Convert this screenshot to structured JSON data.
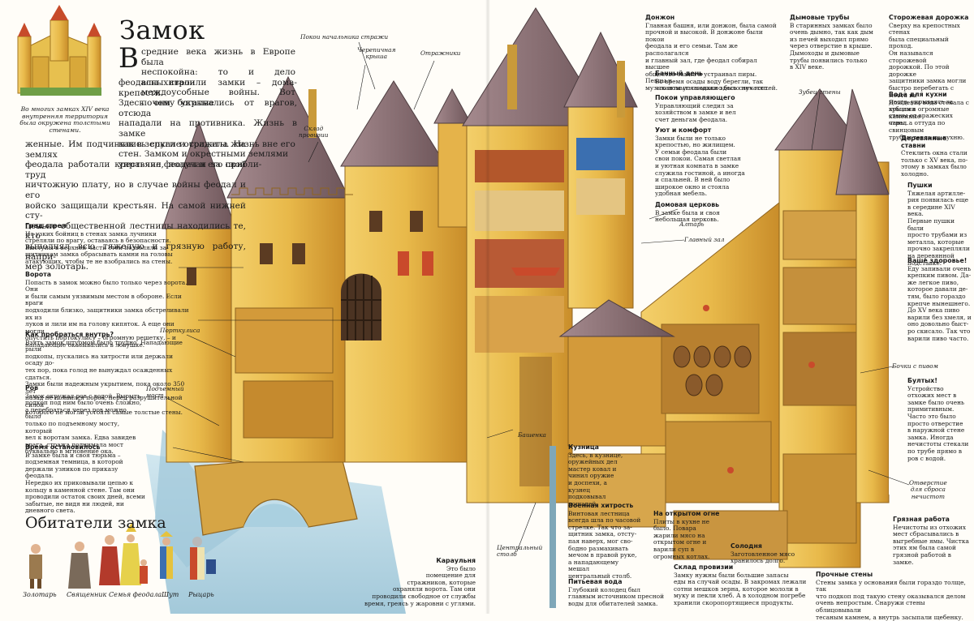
{
  "title": "Замок",
  "thumb_caption": "Во многих замках XIV века внутренняя территория была окружена толстыми стенами.",
  "intro": {
    "dropcap": "В",
    "lines_short": [
      "средние века жизнь в Европе была",
      "неспокойна: то и дело вспыхивали",
      "междоусобные войны. Вот почему богатые"
    ],
    "lines_mid": [
      "феодалы строили замки – дома-крепости.",
      "Здесь они укрывались от врагов, отсюда",
      "нападали на противника. Жизнь в замке",
      "как в зеркале отражала жизнь вне его",
      "стен. Замком и окрестными землями",
      "управлял феодал и его прибли-"
    ],
    "lines_long": [
      "женные. Им подчинялись слуги и солдаты. На землях",
      "феодала работали крестьяне, получая за свой труд",
      "ничтожную плату, но в случае войны феодал и его",
      "войско защищали крестьян. На самой нижней сту-",
      "пеньке общественной лестницы находились те, кто",
      "выполнял всю тяжелую и грязную работу, напри-",
      "мер золотарь."
    ]
  },
  "labels": {
    "pokoi_strazhi": "Покои начальника стражи",
    "cherepichnaya_1": "Черепичная",
    "cherepichnaya_2": "крыша",
    "otrazhniki": "Отражники",
    "sklad_1": "Склад",
    "sklad_2": "провизии",
    "portkulisa": "Порткулиса",
    "podyemny_1": "Подъемный",
    "podyemny_2": "мост",
    "bashenka": "Башенка",
    "tsentralny_1": "Центральный",
    "tsentralny_2": "столб",
    "altar": "Алтарь",
    "glavny_zal": "Главный зал",
    "zubets": "Зубец стены",
    "bochki": "Бочки с пивом",
    "otverstie_1": "Отверстие",
    "otverstie_2": "для сброса",
    "otverstie_3": "нечистот"
  },
  "captions_left": {
    "grad": {
      "title": "Град стрел",
      "lines": [
        "Из узких бойниц в стенах замка лучники",
        "стреляли по врагу, оставаясь в безопасности.",
        "Выступы в верхней части стен позволяли за-",
        "щитникам замка обрасывать камни на головы",
        "атакующих, чтобы те не взобрались на стены."
      ]
    },
    "vorota": {
      "title": "Ворота",
      "lines": [
        "Попасть в замок можно было только через ворота. Они",
        "и были самым уязвимым местом в обороне. Если враги",
        "подходили близко, защитники замка обстреливали их из",
        "луков и лили им на голову кипяток. А еще они могли",
        "опустить портокулису – огромную решетку, – и",
        "нападающие оказывались в ловушке."
      ]
    },
    "kak": {
      "title": "Как пробраться внутрь?",
      "lines": [
        "Взять замок штурмом было трудно. Нападающие рыли",
        "подкопы, пускались на хитрости или держали осаду до-",
        "тех пор, пока голод не вынуждал осажденных сдаться.",
        "Замки были надежным укрытием, пока около 350 лет",
        "назад не появился порох, перед разрушительной силой",
        "которого не могли устоять самые толстые стены."
      ]
    },
    "rov": {
      "title": "Ров",
      "lines": [
        "Замок окружал ров с водой. Вырыть",
        "подкоп под ним было очень сложно,",
        "а перебраться через ров можно было",
        "только по подъемному мосту, который",
        "вел к воротам замка. Едва завидев",
        "врага, стража поднимала мост",
        "буквально в мгновение ока."
      ]
    },
    "vremya": {
      "title": "Время остановилось",
      "lines": [
        "В замке была и своя тюрьма –",
        "подземная темница, в которой",
        "держали узников по приказу феодала.",
        "Нередко их приковывали цепью к",
        "кольцу в каменной стене. Там они",
        "проводили остаток своих дней, всеми",
        "забытые, не видя ни людей, ни",
        "дневного света."
      ]
    }
  },
  "captions_bottom": {
    "karaulnya": {
      "title": "Караульня",
      "lines": [
        "Это было",
        "помещение для",
        "стражников, которые",
        "охраняли ворота. Там они",
        "проводили свободное от службы",
        "время, греясь у жаровни с углями."
      ]
    },
    "kuznitsa": {
      "title": "Кузница",
      "lines": [
        "Здесь, в кузнице,",
        "оружейных дел",
        "мастер ковал и",
        "чинил оружие",
        "и доспехи, а кузнец",
        "подковывал",
        "лошадей."
      ]
    },
    "voennaya": {
      "title": "Военная хитрость",
      "lines": [
        "Винтовая лестница",
        "всегда шла по часовой",
        "стрелке. Так что за-",
        "щитник замка, отсту-",
        "пая наверх, мог сво-",
        "бодно размахивать",
        "мечом в правой руке,",
        "а нападающему мешал",
        "центральный столб."
      ]
    },
    "pitevaya": {
      "title": "Питьевая вода",
      "lines": [
        "Глубокий колодец был",
        "главным источником пресной",
        "воды для обитателей замка."
      ]
    },
    "ogon": {
      "title": "На открытом огне",
      "lines": [
        "Плиты в кухне не",
        "было. Повара",
        "жарили мясо на",
        "открытом огне и",
        "варили суп в",
        "огромных котлах."
      ]
    },
    "solodnya": {
      "title": "Солодня",
      "lines": [
        "Заготовленное мясо",
        "хранилось долго."
      ]
    },
    "provizii": {
      "title": "Склад провизии",
      "lines": [
        "Замку нужны были большие запасы",
        "еды на случай осады. В закромах лежали",
        "сотни мешков зерна, которое мололи в",
        "муку и пекли хлеб. А в холодном погребе",
        "хранили скоропортящиеся продукты."
      ]
    },
    "prochnye": {
      "title": "Прочные стены",
      "lines": [
        "Стены замка у основания были гораздо толще, так",
        "что подкоп под такую стену оказывался делом",
        "очень непростым. Снаружи стены облицовывали",
        "тесаным камнем, а внутрь засыпали щебенку."
      ]
    },
    "gryaznaya": {
      "title": "Грязная работа",
      "lines": [
        "Нечистоты из отхожих",
        "мест сбрасывались в",
        "выгребные ямы. Чистка",
        "этих ям была самой",
        "грязной работой в замке."
      ]
    }
  },
  "captions_right": {
    "donzhon": {
      "title": "Донжон",
      "lines": [
        "Главная башня, или донжон, была самой",
        "прочной и высокой. В донжоне были покои",
        "феодала и его семьи. Там же располагался",
        "и главный зал, где феодал собирал высшее",
        "общество замка и устраивал пиры. Певцы и",
        "музыканты услаждали здесь слух гостей."
      ]
    },
    "banny": {
      "title": "Банный день",
      "lines": [
        "Во время осады воду берегли, так",
        "что помыться можно было нечасто."
      ]
    },
    "pokoi": {
      "title": "Покои управляющего",
      "lines": [
        "Управляющий следил за",
        "хозяйством в замке и вел",
        "счет деньгам феодала."
      ]
    },
    "uyut": {
      "title": "Уют и комфорт",
      "lines": [
        "Замки были не только",
        "крепостью, но жилищем.",
        "У семьи феодала были",
        "свои покои. Самая светлая",
        "и уютная комната в замке",
        "служила гостиной, а иногда",
        "и спальней. В ней было",
        "широкое окно и стояла",
        "удобная мебель."
      ]
    },
    "tserkov": {
      "title": "Домовая церковь",
      "lines": [
        "В замке была и своя",
        "небольшая церковь."
      ]
    },
    "dymovye": {
      "title": "Дымовые трубы",
      "lines": [
        "В старинных замках было",
        "очень дымно, так как дым",
        "из печей выходил прямо",
        "через отверстие в крыше.",
        "Дымоходы и дымовые",
        "трубы появились только",
        "в XIV веке."
      ]
    },
    "storozhevaya": {
      "title": "Сторожевая дорожка",
      "lines": [
        "Сверху на крепостных стенах",
        "была специальный проход.",
        "Он назывался сторожевой",
        "дорожкой. По этой дорожке",
        "защитники замка могли",
        "быстро перебегать с места на",
        "место, укрываясь за зубцами",
        "стены от вражеских стрел."
      ]
    },
    "voda": {
      "title": "Вода для кухни",
      "lines": [
        "Дождевая вода стекала с",
        "крыши в огромные каменные",
        "чаны, а оттуда по свинцовым",
        "трубам текла на кухню."
      ]
    },
    "derevyannye": {
      "title": "Деревянные ставни",
      "lines": [
        "Стеклить окна стали",
        "только с XV века, по-",
        "этому в замках было",
        "холодно."
      ]
    },
    "pushki": {
      "title": "Пушки",
      "lines": [
        "Тяжелая артилле-",
        "рия появилась еще",
        "в середине XIV века.",
        "Первые пушки были",
        "просто трубами из",
        "металла, которые",
        "прочно закрепляли",
        "на деревянной",
        "подставке."
      ]
    },
    "zdorovye": {
      "title": "Ваше здоровье!",
      "lines": [
        "Еду запивали очень",
        "крепким пивом. Да-",
        "же легкое пиво,",
        "которое давали де-",
        "тям, было гораздо",
        "крепче нынешнего.",
        "До XV века пиво",
        "варили без хмеля, и",
        "оно довольно быст-",
        "ро скисало. Так что",
        "варили пиво часто."
      ]
    },
    "bulty": {
      "title": "Бултых!",
      "lines": [
        "Устройство",
        "отхожих мест в",
        "замке было очень",
        "примитивным.",
        "Часто это было",
        "просто отверстие",
        "в наружной стене",
        "замка. Иногда",
        "нечистоты стекали",
        "по трубе прямо в",
        "ров с водой."
      ]
    }
  },
  "residents": {
    "title": "Обитатели замка",
    "labels": [
      "Золотарь",
      "Священник",
      "Семья феодала",
      "Шут",
      "Рыцарь"
    ]
  },
  "colors": {
    "stone": "#e8b94a",
    "stone_dark": "#c98d2a",
    "roof": "#8a6f74",
    "water": "#b9d8e6",
    "ink": "#1a1a1a"
  }
}
